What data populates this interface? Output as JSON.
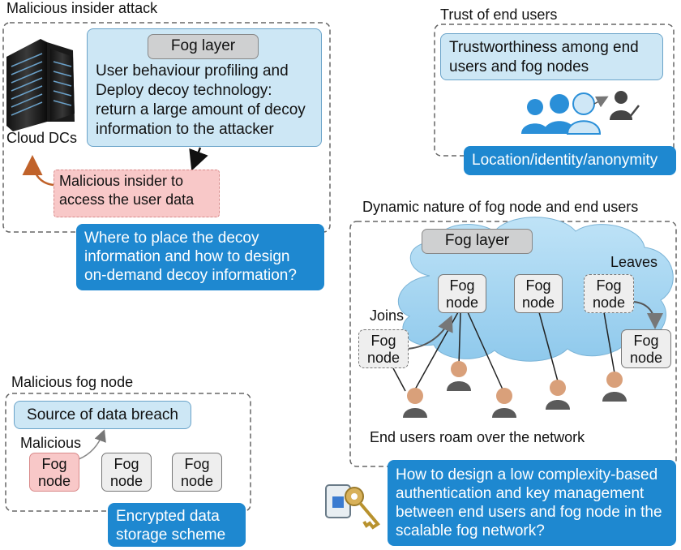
{
  "insider": {
    "title": "Malicious insider attack",
    "fog_layer": "Fog layer",
    "profiling_text": "User behaviour profiling and Deploy decoy technology: return a large amount of decoy information to the attacker",
    "cloud_label": "Cloud DCs",
    "attacker_text": "Malicious insider to access the user data",
    "question": "Where to place the decoy information and how to design on-demand decoy information?"
  },
  "trust": {
    "title": "Trust of end users",
    "box_text": "Trustworthiness among end users and fog nodes",
    "issue": "Location/identity/anonymity"
  },
  "dynamic": {
    "title": "Dynamic nature of fog node and end users",
    "fog_layer": "Fog layer",
    "leaves": "Leaves",
    "joins": "Joins",
    "node_label": "Fog node",
    "roam_text": "End users roam over the network",
    "question": "How to design a low complexity-based authentication and key management between end users and fog node in the scalable fog network?"
  },
  "fognode": {
    "title": "Malicious fog node",
    "source": "Source of data breach",
    "malicious": "Malicious",
    "node_label": "Fog node",
    "scheme": "Encrypted data storage scheme"
  },
  "colors": {
    "accent_blue": "#1e88d0",
    "light_blue": "#cde7f5",
    "pink": "#f8c8c8",
    "gray": "#cfd0d1"
  }
}
